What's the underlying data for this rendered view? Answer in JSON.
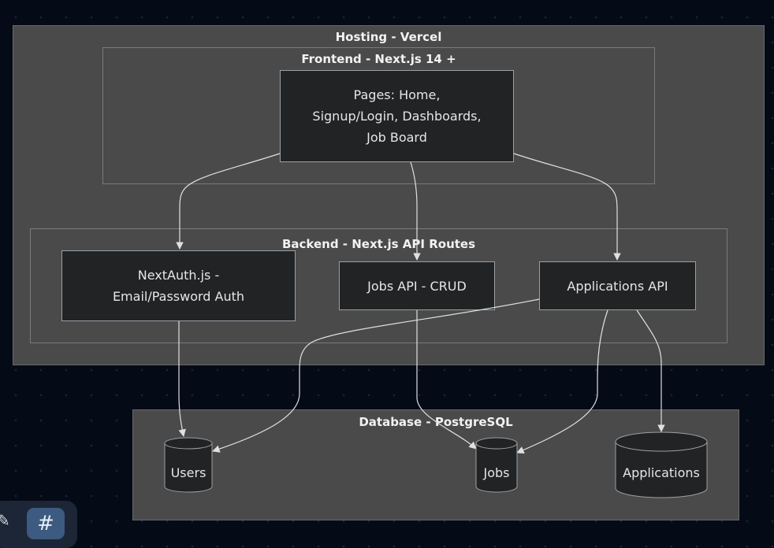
{
  "clusters": {
    "hosting": "Hosting - Vercel",
    "frontend": "Frontend - Next.js 14 +",
    "backend": "Backend - Next.js API Routes",
    "database": "Database - PostgreSQL"
  },
  "nodes": {
    "pages": "Pages: Home,\nSignup/Login, Dashboards,\nJob Board",
    "nextauth": "NextAuth.js -\nEmail/Password Auth",
    "jobs_api": "Jobs API - CRUD",
    "applications_api": "Applications API"
  },
  "databases": {
    "users": "Users",
    "jobs": "Jobs",
    "applications": "Applications"
  },
  "toolbar": {
    "pencil_icon": "pencil-icon",
    "grid_icon": "grid-icon"
  }
}
